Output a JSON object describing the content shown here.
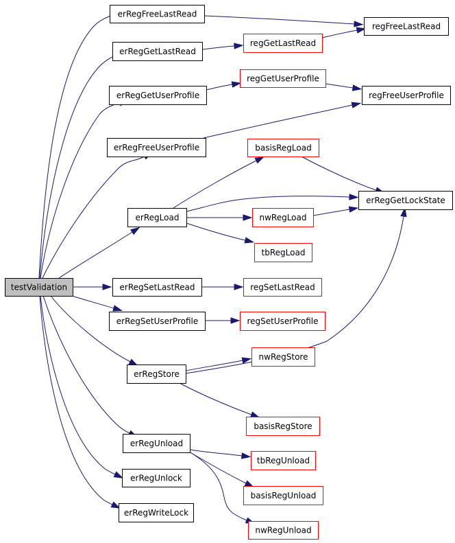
{
  "colors": {
    "edge": "#191970",
    "root_fill": "#bfbfbf",
    "local_border": "#000000",
    "external_border": "#ff0000"
  },
  "nodes": {
    "testValidation": {
      "label": "testValidation",
      "kind": "root"
    },
    "erRegFreeLastRead": {
      "label": "erRegFreeLastRead",
      "kind": "local"
    },
    "erRegGetLastRead": {
      "label": "erRegGetLastRead",
      "kind": "local"
    },
    "erRegGetUserProfile": {
      "label": "erRegGetUserProfile",
      "kind": "local"
    },
    "erRegFreeUserProfile": {
      "label": "erRegFreeUserProfile",
      "kind": "local"
    },
    "erRegLoad": {
      "label": "erRegLoad",
      "kind": "local"
    },
    "erRegSetLastRead": {
      "label": "erRegSetLastRead",
      "kind": "local"
    },
    "erRegSetUserProfile": {
      "label": "erRegSetUserProfile",
      "kind": "local"
    },
    "erRegStore": {
      "label": "erRegStore",
      "kind": "local"
    },
    "erRegUnload": {
      "label": "erRegUnload",
      "kind": "local"
    },
    "erRegUnlock": {
      "label": "erRegUnlock",
      "kind": "local"
    },
    "erRegWriteLock": {
      "label": "erRegWriteLock",
      "kind": "local"
    },
    "regFreeLastRead": {
      "label": "regFreeLastRead",
      "kind": "local"
    },
    "regGetLastRead": {
      "label": "regGetLastRead",
      "kind": "external"
    },
    "regGetUserProfile": {
      "label": "regGetUserProfile",
      "kind": "external"
    },
    "regFreeUserProfile": {
      "label": "regFreeUserProfile",
      "kind": "local"
    },
    "basisRegLoad": {
      "label": "basisRegLoad",
      "kind": "external"
    },
    "erRegGetLockState": {
      "label": "erRegGetLockState",
      "kind": "local"
    },
    "nwRegLoad": {
      "label": "nwRegLoad",
      "kind": "external"
    },
    "tbRegLoad": {
      "label": "tbRegLoad",
      "kind": "external"
    },
    "regSetLastRead": {
      "label": "regSetLastRead",
      "kind": "external"
    },
    "regSetUserProfile": {
      "label": "regSetUserProfile",
      "kind": "external"
    },
    "nwRegStore": {
      "label": "nwRegStore",
      "kind": "external"
    },
    "basisRegStore": {
      "label": "basisRegStore",
      "kind": "external"
    },
    "tbRegUnload": {
      "label": "tbRegUnload",
      "kind": "external"
    },
    "basisRegUnload": {
      "label": "basisRegUnload",
      "kind": "external"
    },
    "nwRegUnload": {
      "label": "nwRegUnload",
      "kind": "external"
    }
  },
  "edges": [
    {
      "from": "testValidation",
      "to": "erRegFreeLastRead"
    },
    {
      "from": "testValidation",
      "to": "erRegGetLastRead"
    },
    {
      "from": "testValidation",
      "to": "erRegGetUserProfile"
    },
    {
      "from": "testValidation",
      "to": "erRegFreeUserProfile"
    },
    {
      "from": "testValidation",
      "to": "erRegLoad"
    },
    {
      "from": "testValidation",
      "to": "erRegSetLastRead"
    },
    {
      "from": "testValidation",
      "to": "erRegSetUserProfile"
    },
    {
      "from": "testValidation",
      "to": "erRegStore"
    },
    {
      "from": "testValidation",
      "to": "erRegUnload"
    },
    {
      "from": "testValidation",
      "to": "erRegUnlock"
    },
    {
      "from": "testValidation",
      "to": "erRegWriteLock"
    },
    {
      "from": "erRegFreeLastRead",
      "to": "regFreeLastRead"
    },
    {
      "from": "erRegGetLastRead",
      "to": "regGetLastRead"
    },
    {
      "from": "regGetLastRead",
      "to": "regFreeLastRead"
    },
    {
      "from": "erRegGetUserProfile",
      "to": "regGetUserProfile"
    },
    {
      "from": "regGetUserProfile",
      "to": "regFreeUserProfile"
    },
    {
      "from": "erRegFreeUserProfile",
      "to": "regFreeUserProfile"
    },
    {
      "from": "erRegLoad",
      "to": "basisRegLoad"
    },
    {
      "from": "erRegLoad",
      "to": "erRegGetLockState"
    },
    {
      "from": "erRegLoad",
      "to": "nwRegLoad"
    },
    {
      "from": "erRegLoad",
      "to": "tbRegLoad"
    },
    {
      "from": "basisRegLoad",
      "to": "erRegGetLockState"
    },
    {
      "from": "nwRegLoad",
      "to": "erRegGetLockState"
    },
    {
      "from": "erRegSetLastRead",
      "to": "regSetLastRead"
    },
    {
      "from": "erRegSetUserProfile",
      "to": "regSetUserProfile"
    },
    {
      "from": "erRegStore",
      "to": "nwRegStore"
    },
    {
      "from": "erRegStore",
      "to": "erRegGetLockState"
    },
    {
      "from": "erRegStore",
      "to": "basisRegStore"
    },
    {
      "from": "erRegUnload",
      "to": "tbRegUnload"
    },
    {
      "from": "erRegUnload",
      "to": "basisRegUnload"
    },
    {
      "from": "erRegUnload",
      "to": "nwRegUnload"
    }
  ]
}
